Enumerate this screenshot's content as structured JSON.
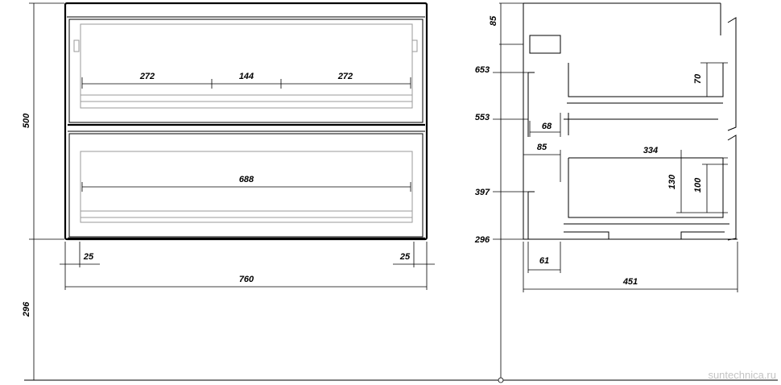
{
  "front_view": {
    "height_top": "500",
    "height_bottom": "296",
    "drawer_left": "272",
    "drawer_middle": "144",
    "drawer_right": "272",
    "drawer_lower": "688",
    "offset_left": "25",
    "offset_right": "25",
    "total_width": "760"
  },
  "side_view": {
    "top_offset": "85",
    "level_653": "653",
    "level_553": "553",
    "level_397": "397",
    "level_296": "296",
    "depth_68": "68",
    "depth_85": "85",
    "depth_334": "334",
    "depth_61": "61",
    "depth_451": "451",
    "height_70": "70",
    "height_130": "130",
    "height_100": "100"
  },
  "watermark": "suntechnica.ru"
}
